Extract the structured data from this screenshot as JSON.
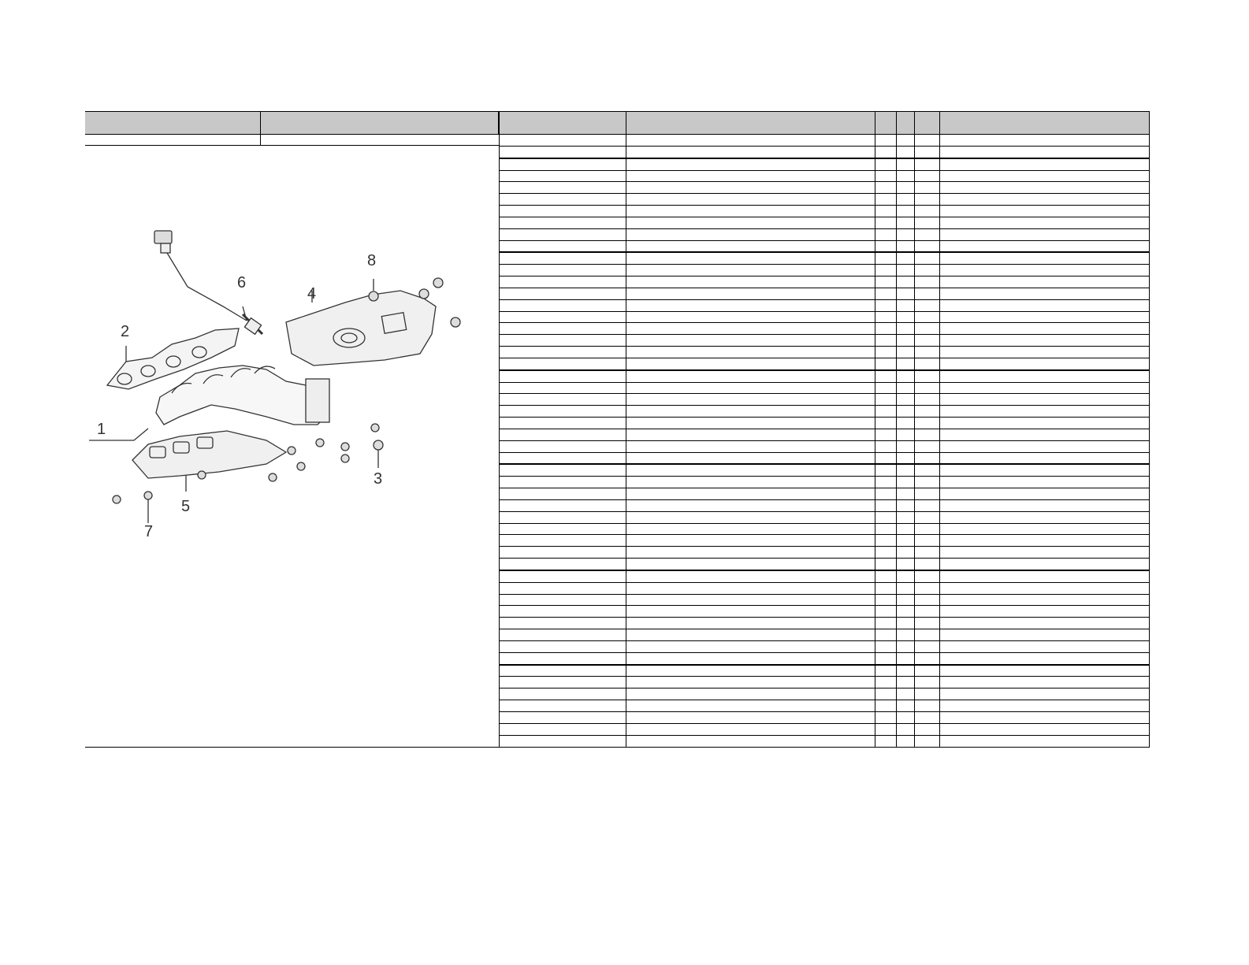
{
  "diagram": {
    "callouts": [
      "1",
      "2",
      "3",
      "4",
      "5",
      "6",
      "7",
      "8"
    ]
  },
  "parts_table": {
    "row_count": 52
  },
  "footer": {
    "text": ""
  }
}
